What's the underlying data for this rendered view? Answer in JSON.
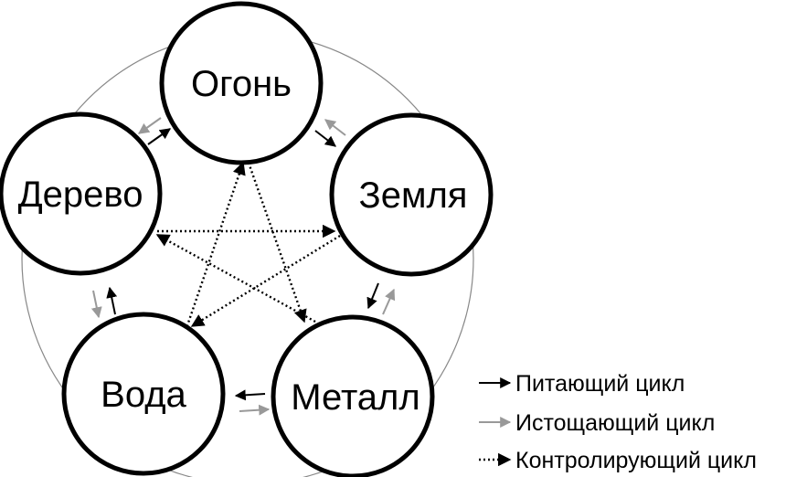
{
  "nodes": {
    "fire": "Огонь",
    "earth": "Земля",
    "metal": "Металл",
    "water": "Вода",
    "wood": "Дерево"
  },
  "legend": {
    "feeding": "Питающий цикл",
    "exhausting": "Истощающий цикл",
    "controlling": "Контролирующий цикл"
  },
  "colors": {
    "feeding": "#000000",
    "exhausting": "#999999",
    "controlling": "#000000",
    "outer_ring": "#888888",
    "node_stroke": "#000000"
  },
  "cycles": {
    "feeding": [
      [
        "wood",
        "fire"
      ],
      [
        "fire",
        "earth"
      ],
      [
        "earth",
        "metal"
      ],
      [
        "metal",
        "water"
      ],
      [
        "water",
        "wood"
      ]
    ],
    "exhausting": [
      [
        "fire",
        "wood"
      ],
      [
        "earth",
        "fire"
      ],
      [
        "metal",
        "earth"
      ],
      [
        "water",
        "metal"
      ],
      [
        "wood",
        "water"
      ]
    ],
    "controlling": [
      [
        "wood",
        "earth"
      ],
      [
        "earth",
        "water"
      ],
      [
        "water",
        "fire"
      ],
      [
        "fire",
        "metal"
      ],
      [
        "metal",
        "wood"
      ]
    ]
  }
}
